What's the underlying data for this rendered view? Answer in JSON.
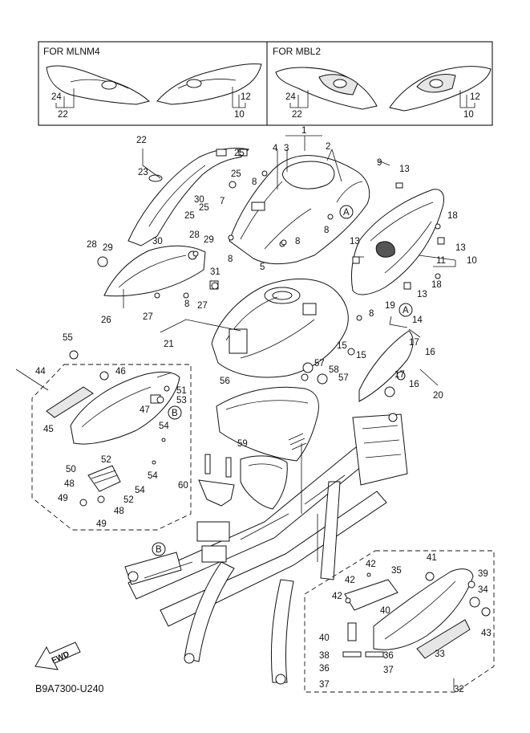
{
  "inset": {
    "left_title": "FOR MLNM4",
    "right_title": "FOR MBL2",
    "left_labels": [
      "24",
      "22",
      "12",
      "10"
    ],
    "right_labels": [
      "24",
      "22",
      "12",
      "10"
    ]
  },
  "footer": {
    "diagram_code": "B9A7300-U240",
    "fwd_text": "FWD"
  },
  "callouts": {
    "A": "A",
    "B": "B"
  },
  "part_numbers": [
    "1",
    "2",
    "3",
    "4",
    "5",
    "7",
    "8",
    "9",
    "10",
    "11",
    "12",
    "13",
    "14",
    "15",
    "16",
    "17",
    "18",
    "19",
    "20",
    "21",
    "22",
    "23",
    "24",
    "25",
    "26",
    "27",
    "28",
    "29",
    "30",
    "31",
    "32",
    "33",
    "34",
    "35",
    "36",
    "37",
    "38",
    "39",
    "40",
    "41",
    "42",
    "43",
    "44",
    "45",
    "46",
    "47",
    "48",
    "49",
    "50",
    "51",
    "52",
    "53",
    "54",
    "55",
    "56",
    "57",
    "58",
    "59",
    "60"
  ]
}
